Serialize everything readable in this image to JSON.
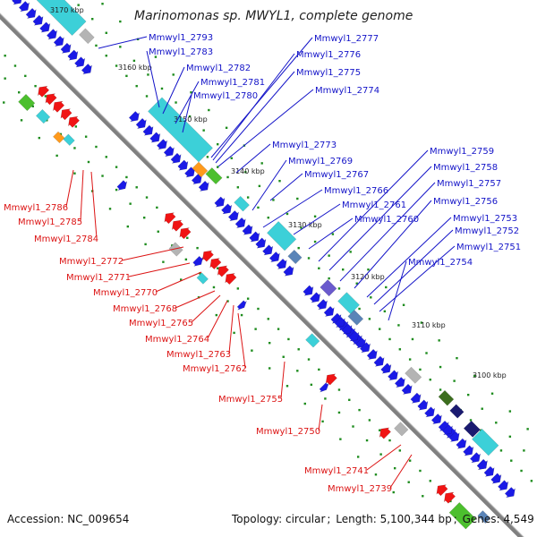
{
  "title": "Marinomonas sp. MWYL1, complete genome",
  "footer": {
    "accession_label": "Accession:",
    "accession": "NC_009654",
    "topology_label": "Topology:",
    "topology": "circular",
    "length_label": "Length:",
    "length": "5,100,344 bp",
    "genes_label": "Genes:",
    "genes": "4,549"
  },
  "colors": {
    "axis": "#808080",
    "forward_label": "#1414c8",
    "reverse_label": "#dc1414",
    "gene_blue": "#1a1ae6",
    "gene_red": "#f01414",
    "gene_cyan": "#3cd0d8",
    "gene_green": "#4cbf2e",
    "gene_orange": "#ff9a1c",
    "gene_gray": "#b4b4b4",
    "gene_steel": "#5a84b8",
    "gene_navy": "#1a1a70",
    "gene_purple": "#6a5acd",
    "gene_darkgreen": "#3c6e1e",
    "dot_green": "#1e8c1e"
  },
  "kbp_ticks": [
    "3170 kbp",
    "3160 kbp",
    "3150 kbp",
    "3140 kbp",
    "3130 kbp",
    "3120 kbp",
    "3110 kbp",
    "3100 kbp"
  ],
  "forward_labels": [
    "Mmwyl1_2793",
    "Mmwyl1_2783",
    "Mmwyl1_2782",
    "Mmwyl1_2781",
    "Mmwyl1_2780",
    "Mmwyl1_2777",
    "Mmwyl1_2776",
    "Mmwyl1_2775",
    "Mmwyl1_2774",
    "Mmwyl1_2773",
    "Mmwyl1_2769",
    "Mmwyl1_2767",
    "Mmwyl1_2766",
    "Mmwyl1_2761",
    "Mmwyl1_2760",
    "Mmwyl1_2759",
    "Mmwyl1_2758",
    "Mmwyl1_2757",
    "Mmwyl1_2756",
    "Mmwyl1_2753",
    "Mmwyl1_2752",
    "Mmwyl1_2751",
    "Mmwyl1_2754"
  ],
  "reverse_labels": [
    "Mmwyl1_2786",
    "Mmwyl1_2785",
    "Mmwyl1_2784",
    "Mmwyl1_2772",
    "Mmwyl1_2771",
    "Mmwyl1_2770",
    "Mmwyl1_2768",
    "Mmwyl1_2765",
    "Mmwyl1_2764",
    "Mmwyl1_2763",
    "Mmwyl1_2762",
    "Mmwyl1_2755",
    "Mmwyl1_2750",
    "Mmwyl1_2741",
    "Mmwyl1_2739"
  ]
}
